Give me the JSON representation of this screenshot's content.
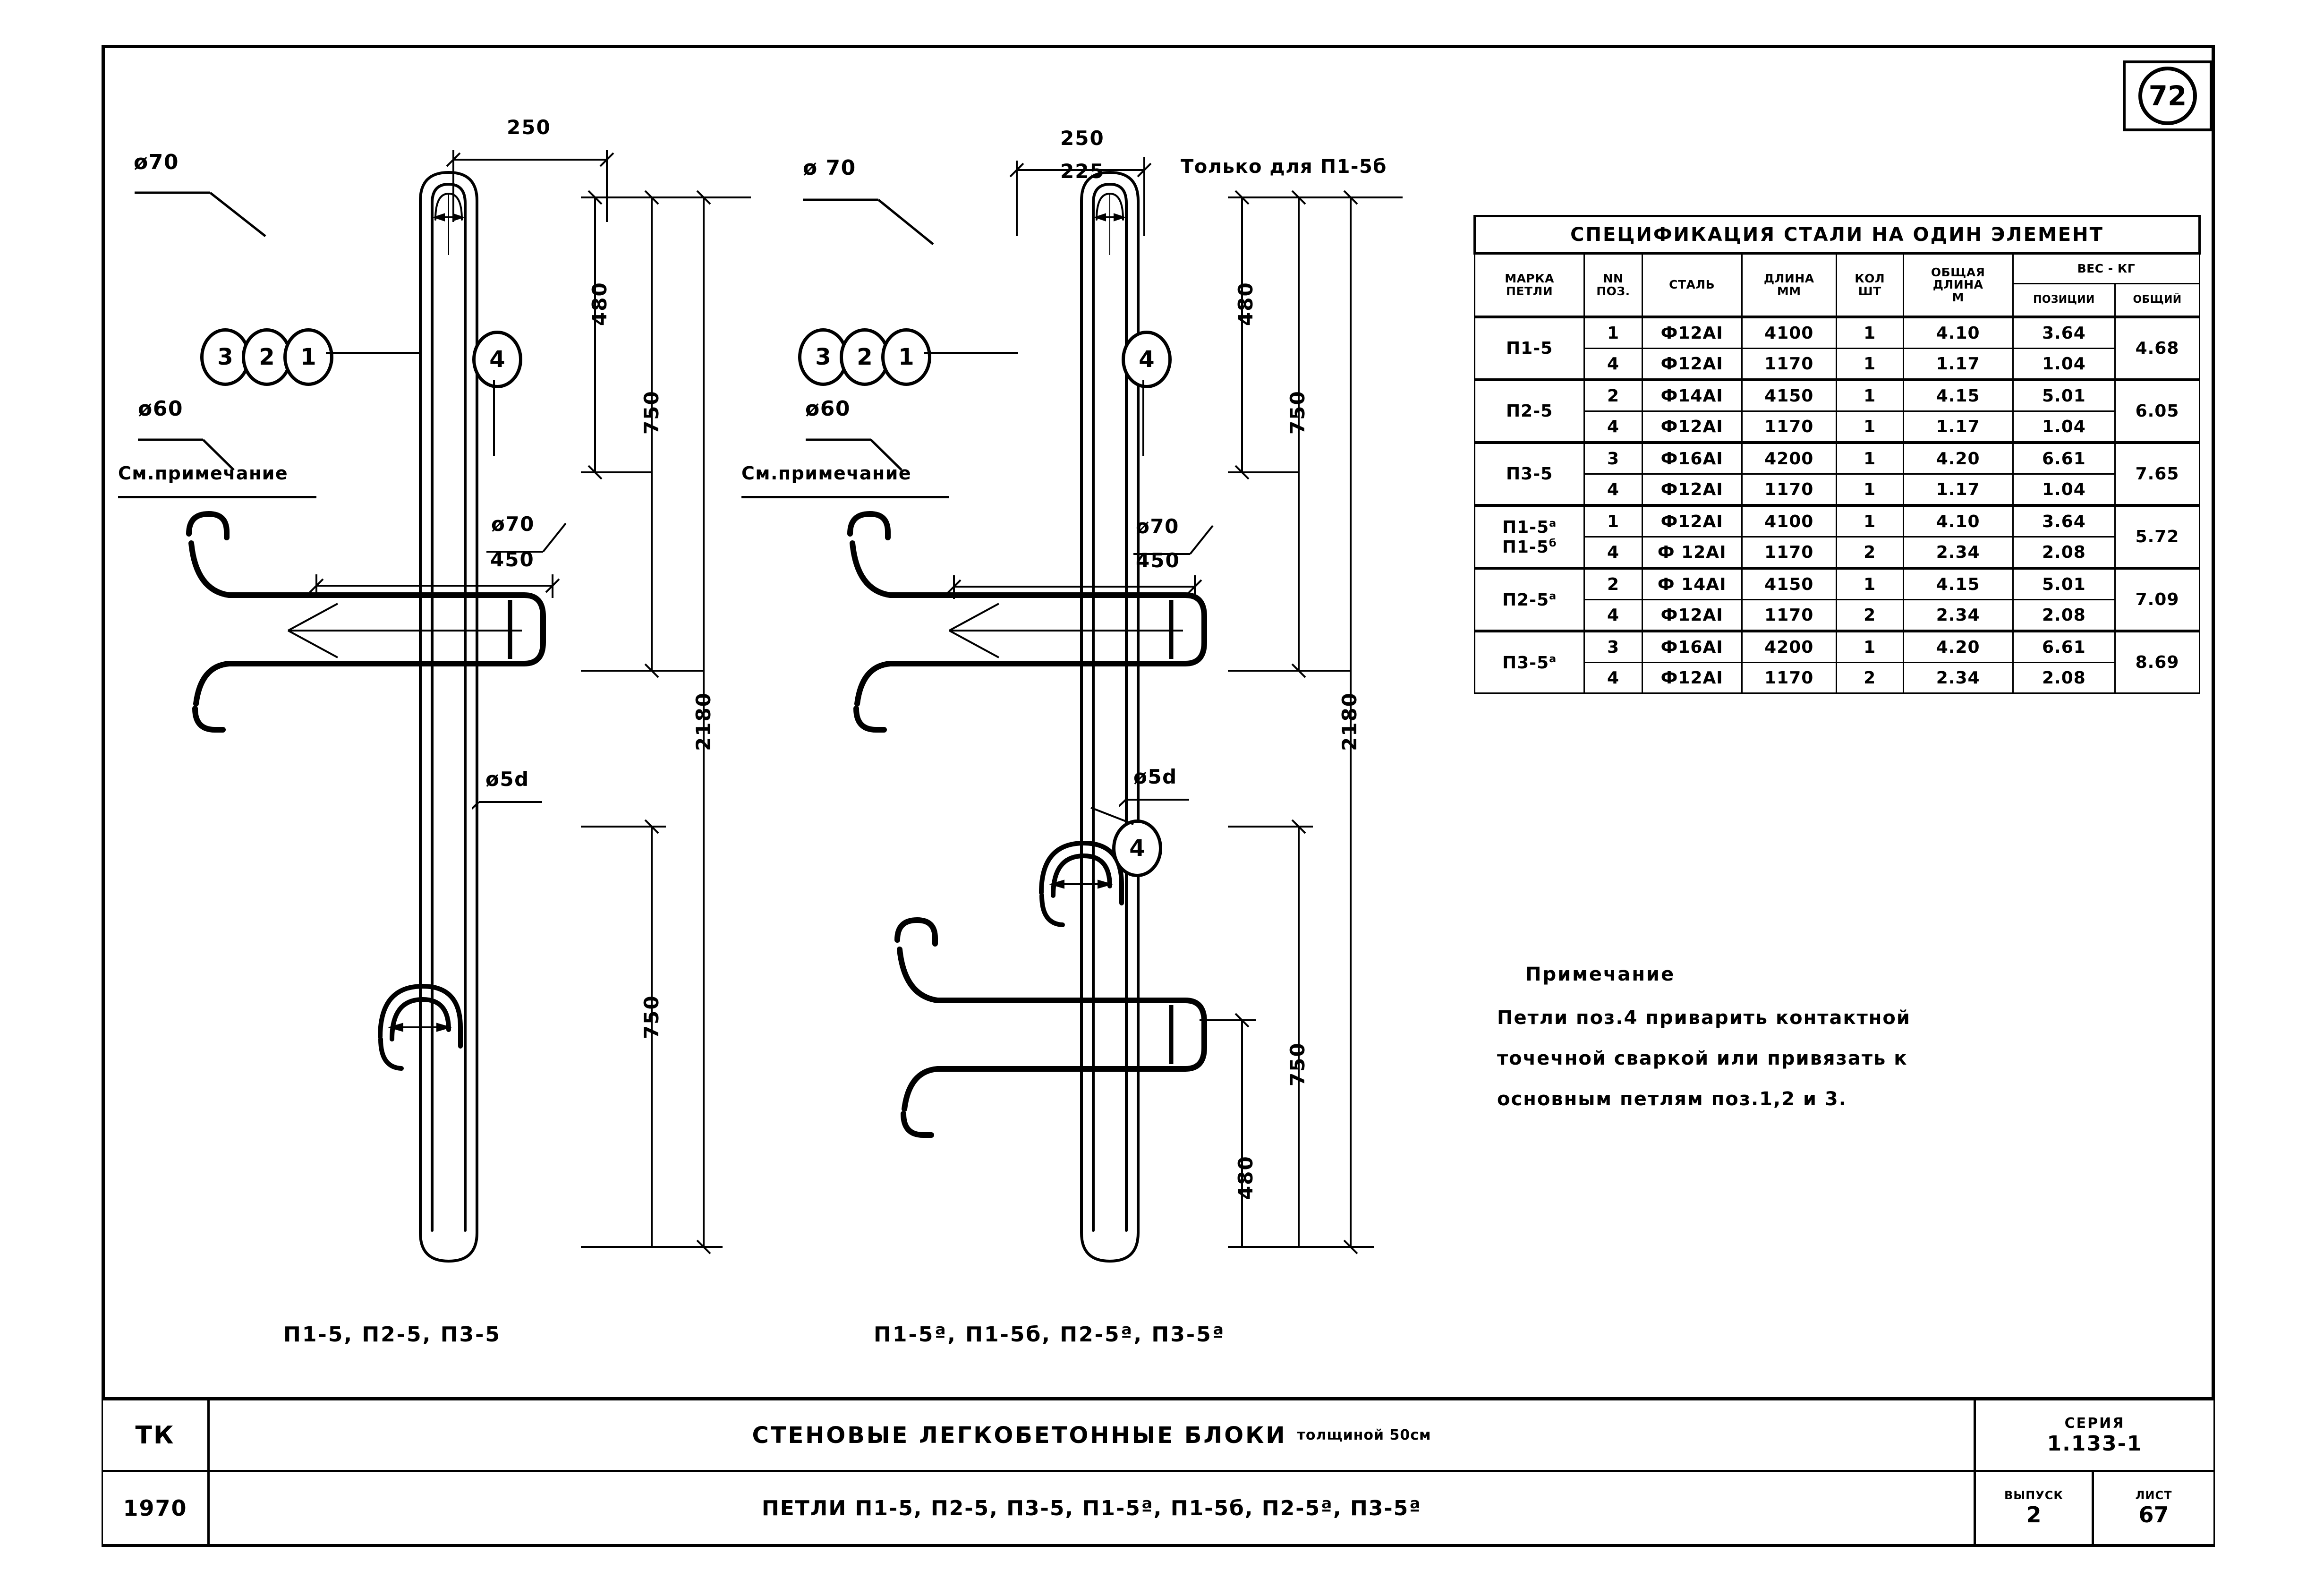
{
  "sheet": {
    "page_badge": "72"
  },
  "drawings": {
    "left": {
      "caption": "П1-5, П2-5, П3-5",
      "balloons": [
        "3",
        "2",
        "1",
        "4",
        "4"
      ],
      "labels": {
        "d70_top": "ø70",
        "d60": "ø60",
        "d70_mid": "ø70",
        "d5d": "ø5d",
        "see_note": "См.примечание"
      },
      "dims": {
        "w250": "250",
        "w450": "450",
        "h480": "480",
        "h750_top": "750",
        "h2180": "2180",
        "h750_bot": "750"
      }
    },
    "right": {
      "caption": "П1-5ª, П1-5б, П2-5ª, П3-5ª",
      "balloons": [
        "3",
        "2",
        "1",
        "4",
        "4"
      ],
      "labels": {
        "d70_top": "ø 70",
        "d60": "ø60",
        "d70_mid": "ø70",
        "d5d": "ø5d",
        "see_note": "См.примечание",
        "only_for": "Только для П1-5б"
      },
      "dims": {
        "w250": "250",
        "w225": "225",
        "w450": "450",
        "h480_top": "480",
        "h750_top": "750",
        "h2180": "2180",
        "h750_bot": "750",
        "h480_bot": "480"
      }
    }
  },
  "spec": {
    "title": "СПЕЦИФИКАЦИЯ СТАЛИ НА ОДИН ЭЛЕМЕНТ",
    "headers": {
      "mark": "МАРКА ПЕТЛИ",
      "mark_l1": "МАРКА",
      "mark_l2": "ПЕТЛИ",
      "pos_l1": "NN",
      "pos_l2": "ПОЗ.",
      "steel": "СТАЛЬ",
      "length_l1": "ДЛИНА",
      "length_l2": "ММ",
      "qty_l1": "КОЛ",
      "qty_l2": "ШТ",
      "total_len_l1": "ОБЩАЯ",
      "total_len_l2": "ДЛИНА",
      "total_len_l3": "М",
      "weight": "ВЕС - КГ",
      "weight_pos": "ПОЗИЦИИ",
      "weight_total": "ОБЩИЙ"
    },
    "groups": [
      {
        "mark": "П1-5",
        "mark_sup": "",
        "mark2": "",
        "mark2_sup": "",
        "total": "4.68",
        "rows": [
          {
            "pos": "1",
            "steel": "Ф12АI",
            "length": "4100",
            "qty": "1",
            "total_len": "4.10",
            "weight": "3.64"
          },
          {
            "pos": "4",
            "steel": "Ф12АI",
            "length": "1170",
            "qty": "1",
            "total_len": "1.17",
            "weight": "1.04"
          }
        ]
      },
      {
        "mark": "П2-5",
        "mark_sup": "",
        "mark2": "",
        "mark2_sup": "",
        "total": "6.05",
        "rows": [
          {
            "pos": "2",
            "steel": "Ф14АI",
            "length": "4150",
            "qty": "1",
            "total_len": "4.15",
            "weight": "5.01"
          },
          {
            "pos": "4",
            "steel": "Ф12АI",
            "length": "1170",
            "qty": "1",
            "total_len": "1.17",
            "weight": "1.04"
          }
        ]
      },
      {
        "mark": "П3-5",
        "mark_sup": "",
        "mark2": "",
        "mark2_sup": "",
        "total": "7.65",
        "rows": [
          {
            "pos": "3",
            "steel": "Ф16АI",
            "length": "4200",
            "qty": "1",
            "total_len": "4.20",
            "weight": "6.61"
          },
          {
            "pos": "4",
            "steel": "Ф12АI",
            "length": "1170",
            "qty": "1",
            "total_len": "1.17",
            "weight": "1.04"
          }
        ]
      },
      {
        "mark": "П1-5",
        "mark_sup": "а",
        "mark2": "П1-5",
        "mark2_sup": "б",
        "total": "5.72",
        "rows": [
          {
            "pos": "1",
            "steel": "Ф12АI",
            "length": "4100",
            "qty": "1",
            "total_len": "4.10",
            "weight": "3.64"
          },
          {
            "pos": "4",
            "steel": "Ф 12АI",
            "length": "1170",
            "qty": "2",
            "total_len": "2.34",
            "weight": "2.08"
          }
        ]
      },
      {
        "mark": "П2-5",
        "mark_sup": "а",
        "mark2": "",
        "mark2_sup": "",
        "total": "7.09",
        "rows": [
          {
            "pos": "2",
            "steel": "Ф 14АI",
            "length": "4150",
            "qty": "1",
            "total_len": "4.15",
            "weight": "5.01"
          },
          {
            "pos": "4",
            "steel": "Ф12АI",
            "length": "1170",
            "qty": "2",
            "total_len": "2.34",
            "weight": "2.08"
          }
        ]
      },
      {
        "mark": "П3-5",
        "mark_sup": "а",
        "mark2": "",
        "mark2_sup": "",
        "total": "8.69",
        "rows": [
          {
            "pos": "3",
            "steel": "Ф16АI",
            "length": "4200",
            "qty": "1",
            "total_len": "4.20",
            "weight": "6.61"
          },
          {
            "pos": "4",
            "steel": "Ф12АI",
            "length": "1170",
            "qty": "2",
            "total_len": "2.34",
            "weight": "2.08"
          }
        ]
      }
    ]
  },
  "note": {
    "title": "Примечание",
    "line1": "Петли поз.4 приварить контактной",
    "line2": "точечной сваркой или привязать к",
    "line3": "основным петлям поз.1,2 и 3."
  },
  "titleblock": {
    "org": "ТК",
    "year": "1970",
    "title_main": "СТЕНОВЫЕ  ЛЕГКОБЕТОННЫЕ  БЛОКИ",
    "title_suffix": "толщиной 50см",
    "title_sub": "ПЕТЛИ  П1-5, П2-5, П3-5, П1-5ª, П1-5б, П2-5ª, П3-5ª",
    "series_label": "СЕРИЯ",
    "series_value": "1.133-1",
    "issue_label": "ВЫПУСК",
    "issue_value": "2",
    "sheet_label": "ЛИСТ",
    "sheet_value": "67"
  }
}
